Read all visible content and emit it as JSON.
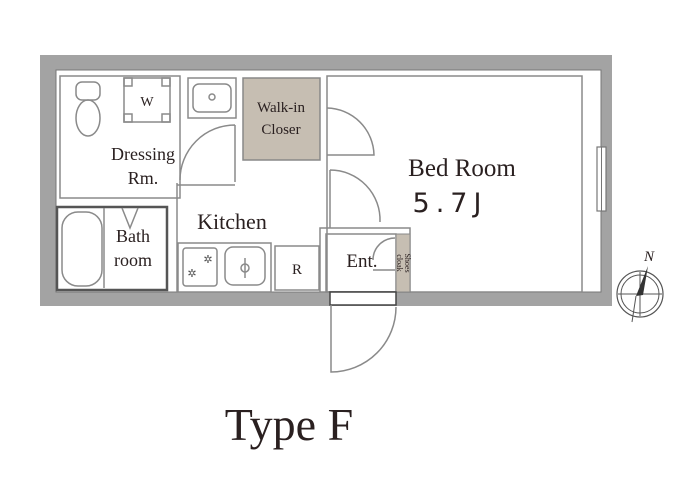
{
  "plan": {
    "rooms": {
      "washer": "W",
      "walk_in_line1": "Walk-in",
      "walk_in_line2": "Closer",
      "dressing_line1": "Dressing",
      "dressing_line2": "Rm.",
      "bath_line1": "Bath",
      "bath_line2": "room",
      "kitchen": "Kitchen",
      "refrigerator": "R",
      "entrance": "Ent.",
      "shoes_line1": "Shoes",
      "shoes_line2": "cloak",
      "bedroom": "Bed Room",
      "bedroom_size": "5.7J"
    },
    "compass_label": "N",
    "title": "Type F"
  },
  "colors": {
    "wall": "#a3a3a3",
    "closet": "#c6beb2",
    "line": "#8a8a8a"
  }
}
